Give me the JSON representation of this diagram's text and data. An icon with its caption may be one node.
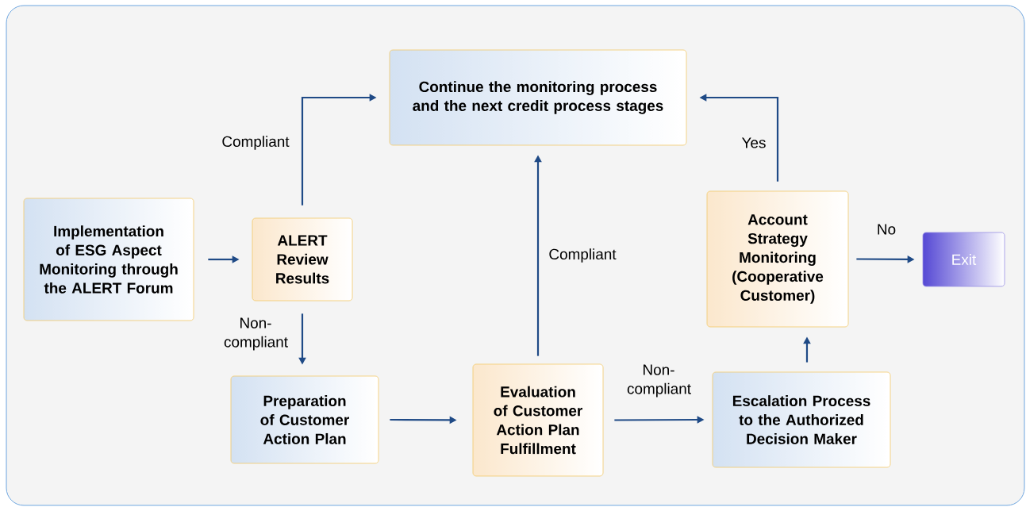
{
  "diagram": {
    "nodes": [
      {
        "text": [
          "Implementation of ESG Aspect Monitoring through the ALERT Forum"
        ]
      },
      {
        "text": [
          "ALERT Review Results"
        ]
      },
      {
        "text": [
          "Continue the monitoring process and the next credit process stages"
        ]
      },
      {
        "text": [
          "Preparation of Customer Action Plan"
        ]
      },
      {
        "text": [
          "Evaluation of Customer Action Plan Fulfillment"
        ]
      },
      {
        "text": [
          "Escalation Process to the Authorized Decision Maker"
        ]
      },
      {
        "text": [
          "Account Strategy Monitoring (Cooperative Customer)"
        ]
      },
      {
        "text": [
          "Exit"
        ]
      }
    ],
    "edges": [
      {
        "from": 0,
        "to": 1,
        "arrow": "to"
      },
      {
        "from": 1,
        "to": 2,
        "arrow": "to",
        "label": "Compliant"
      },
      {
        "from": 1,
        "to": 3,
        "arrow": "to",
        "label": "Non-compliant"
      },
      {
        "from": 3,
        "to": 4,
        "arrow": "to"
      },
      {
        "from": 4,
        "to": 2,
        "arrow": "to",
        "label": "Compliant"
      },
      {
        "from": 4,
        "to": 5,
        "arrow": "to",
        "label": "Non-compliant"
      },
      {
        "from": 5,
        "to": 6,
        "arrow": "to"
      },
      {
        "from": 6,
        "to": 2,
        "arrow": "to",
        "label": "Yes"
      },
      {
        "from": 6,
        "to": 7,
        "arrow": "to",
        "label": "No"
      }
    ]
  }
}
